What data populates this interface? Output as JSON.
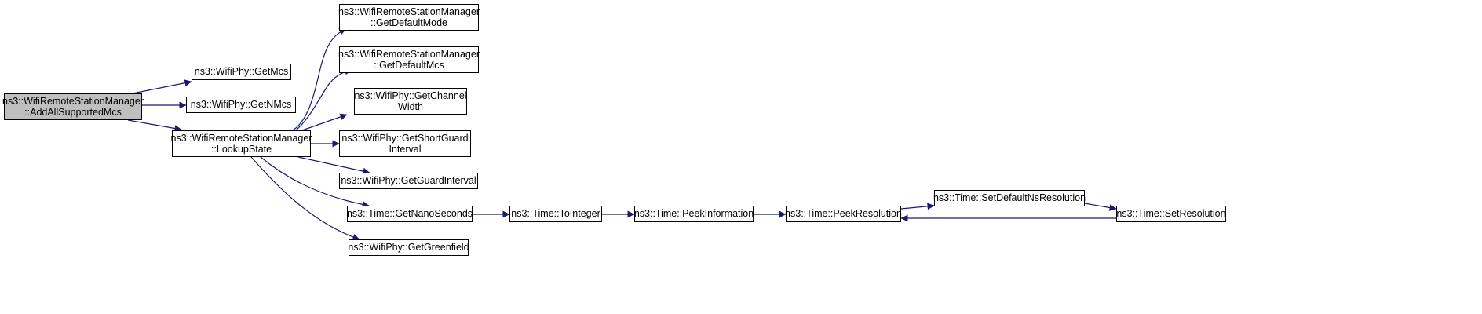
{
  "colors": {
    "edge": "#191970",
    "root_fill": "#bfbfbf",
    "node_fill": "#ffffff",
    "border": "#000000"
  },
  "nodes": [
    {
      "id": "n0",
      "lines": [
        "ns3::WifiRemoteStationManager",
        "::AddAllSupportedMcs"
      ],
      "root": true
    },
    {
      "id": "n1",
      "lines": [
        "ns3::WifiPhy::GetMcs"
      ]
    },
    {
      "id": "n2",
      "lines": [
        "ns3::WifiPhy::GetNMcs"
      ]
    },
    {
      "id": "n3",
      "lines": [
        "ns3::WifiRemoteStationManager",
        "::LookupState"
      ]
    },
    {
      "id": "n4",
      "lines": [
        "ns3::WifiRemoteStationManager",
        "::GetDefaultMode"
      ]
    },
    {
      "id": "n5",
      "lines": [
        "ns3::WifiRemoteStationManager",
        "::GetDefaultMcs"
      ]
    },
    {
      "id": "n6",
      "lines": [
        "ns3::WifiPhy::GetChannel",
        "Width"
      ]
    },
    {
      "id": "n7",
      "lines": [
        "ns3::WifiPhy::GetShortGuard",
        "Interval"
      ]
    },
    {
      "id": "n8",
      "lines": [
        "ns3::WifiPhy::GetGuardInterval"
      ]
    },
    {
      "id": "n9",
      "lines": [
        "ns3::Time::GetNanoSeconds"
      ]
    },
    {
      "id": "n10",
      "lines": [
        "ns3::WifiPhy::GetGreenfield"
      ]
    },
    {
      "id": "n11",
      "lines": [
        "ns3::Time::ToInteger"
      ]
    },
    {
      "id": "n12",
      "lines": [
        "ns3::Time::PeekInformation"
      ]
    },
    {
      "id": "n13",
      "lines": [
        "ns3::Time::PeekResolution"
      ]
    },
    {
      "id": "n14",
      "lines": [
        "ns3::Time::SetDefaultNsResolution"
      ]
    },
    {
      "id": "n15",
      "lines": [
        "ns3::Time::SetResolution"
      ]
    }
  ],
  "edges": [
    {
      "from": "n0",
      "to": "n1"
    },
    {
      "from": "n0",
      "to": "n2"
    },
    {
      "from": "n0",
      "to": "n3"
    },
    {
      "from": "n3",
      "to": "n4"
    },
    {
      "from": "n3",
      "to": "n5"
    },
    {
      "from": "n3",
      "to": "n6"
    },
    {
      "from": "n3",
      "to": "n7"
    },
    {
      "from": "n3",
      "to": "n8"
    },
    {
      "from": "n3",
      "to": "n9"
    },
    {
      "from": "n3",
      "to": "n10"
    },
    {
      "from": "n9",
      "to": "n11"
    },
    {
      "from": "n11",
      "to": "n12"
    },
    {
      "from": "n12",
      "to": "n13"
    },
    {
      "from": "n13",
      "to": "n14"
    },
    {
      "from": "n14",
      "to": "n15"
    },
    {
      "from": "n15",
      "to": "n13"
    }
  ]
}
